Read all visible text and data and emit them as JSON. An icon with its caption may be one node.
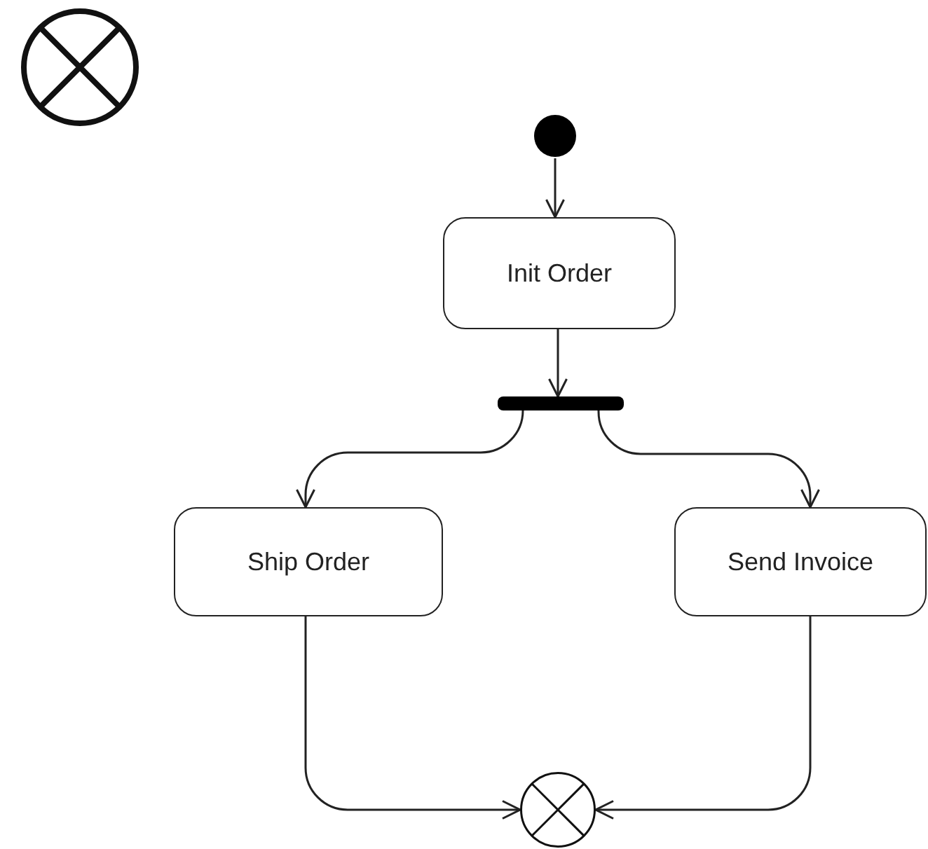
{
  "diagram": {
    "nodes": [
      {
        "text": [],
        "shape": "circle"
      },
      {
        "text": [],
        "shape": "circle"
      },
      {
        "text": [
          "Init Order"
        ]
      },
      {
        "text": [],
        "shape": "bar"
      },
      {
        "text": [
          "Ship Order"
        ]
      },
      {
        "text": [
          "Send Invoice"
        ]
      },
      {
        "text": [],
        "shape": "circle"
      }
    ],
    "edges": [
      {
        "from": 1,
        "to": 2,
        "arrow": "to"
      },
      {
        "from": 2,
        "to": 3,
        "arrow": "to"
      },
      {
        "from": 3,
        "to": 4,
        "arrow": "to"
      },
      {
        "from": 3,
        "to": 5,
        "arrow": "to"
      },
      {
        "from": 4,
        "to": 6,
        "arrow": "to"
      },
      {
        "from": 5,
        "to": 6,
        "arrow": "to"
      }
    ]
  }
}
